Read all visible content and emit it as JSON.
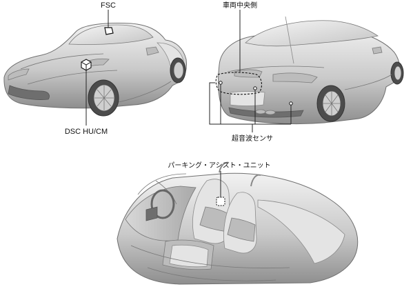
{
  "labels": {
    "fsc": "FSC",
    "dsc": "DSC HU/CM",
    "center": "車両中央側",
    "sensor": "超音波センサ",
    "parking": "パーキング・アシスト・ユニット"
  },
  "colors": {
    "car_light": "#efefef",
    "car_dark": "#9a9a9a",
    "callout": "#222222"
  }
}
